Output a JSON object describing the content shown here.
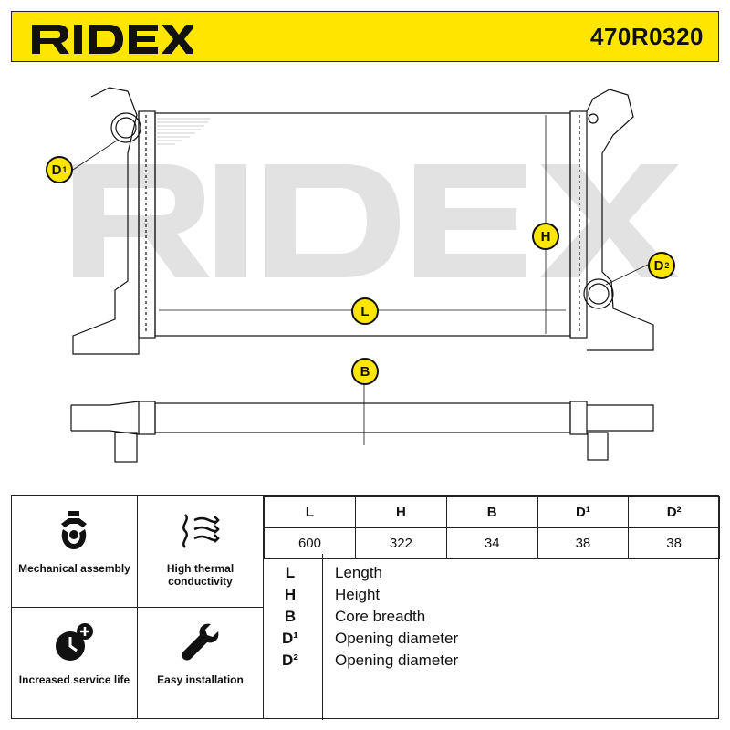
{
  "brand": {
    "logo_text": "RIDEX",
    "part_number": "470R0320",
    "accent_color": "#ffe600"
  },
  "drawing": {
    "watermark": "RIDEX",
    "labels": {
      "D1": "D",
      "D1_sup": "1",
      "H": "H",
      "D2": "D",
      "D2_sup": "2",
      "L": "L",
      "B": "B"
    }
  },
  "features": [
    {
      "icon": "mechanical-assembly-icon",
      "label": "Mechanical assembly"
    },
    {
      "icon": "high-thermal-conductivity-icon",
      "label": "High thermal conductivity"
    },
    {
      "icon": "increased-service-life-icon",
      "label": "Increased service life"
    },
    {
      "icon": "easy-installation-icon",
      "label": "Easy installation"
    }
  ],
  "dimensions": {
    "headers": [
      "L",
      "H",
      "B",
      "D¹",
      "D²"
    ],
    "values": [
      "600",
      "322",
      "34",
      "38",
      "38"
    ]
  },
  "legend": [
    {
      "key": "L",
      "text": "Length"
    },
    {
      "key": "H",
      "text": "Height"
    },
    {
      "key": "B",
      "text": "Core breadth"
    },
    {
      "key": "D¹",
      "text": "Opening diameter"
    },
    {
      "key": "D²",
      "text": "Opening diameter"
    }
  ]
}
